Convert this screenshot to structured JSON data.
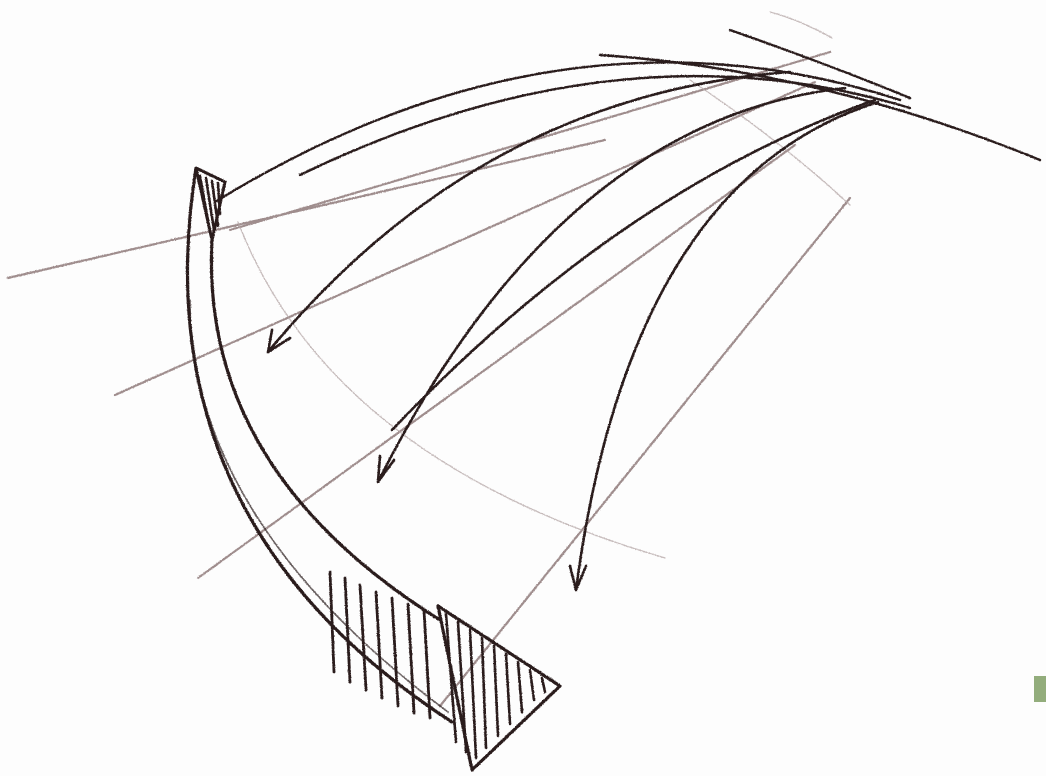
{
  "drawing": {
    "medium": "pencil sketch",
    "ink_color": "#2a1d1d",
    "light_ink_color": "#6e5a5a",
    "guide_color": "#a89898",
    "paper_color": "#fdfdfd",
    "edge_mark_color": "#93ad7c",
    "curved_arrow_count": 4,
    "straight_guide_line_count": 5,
    "has_wide_hatched_arrow": true
  }
}
